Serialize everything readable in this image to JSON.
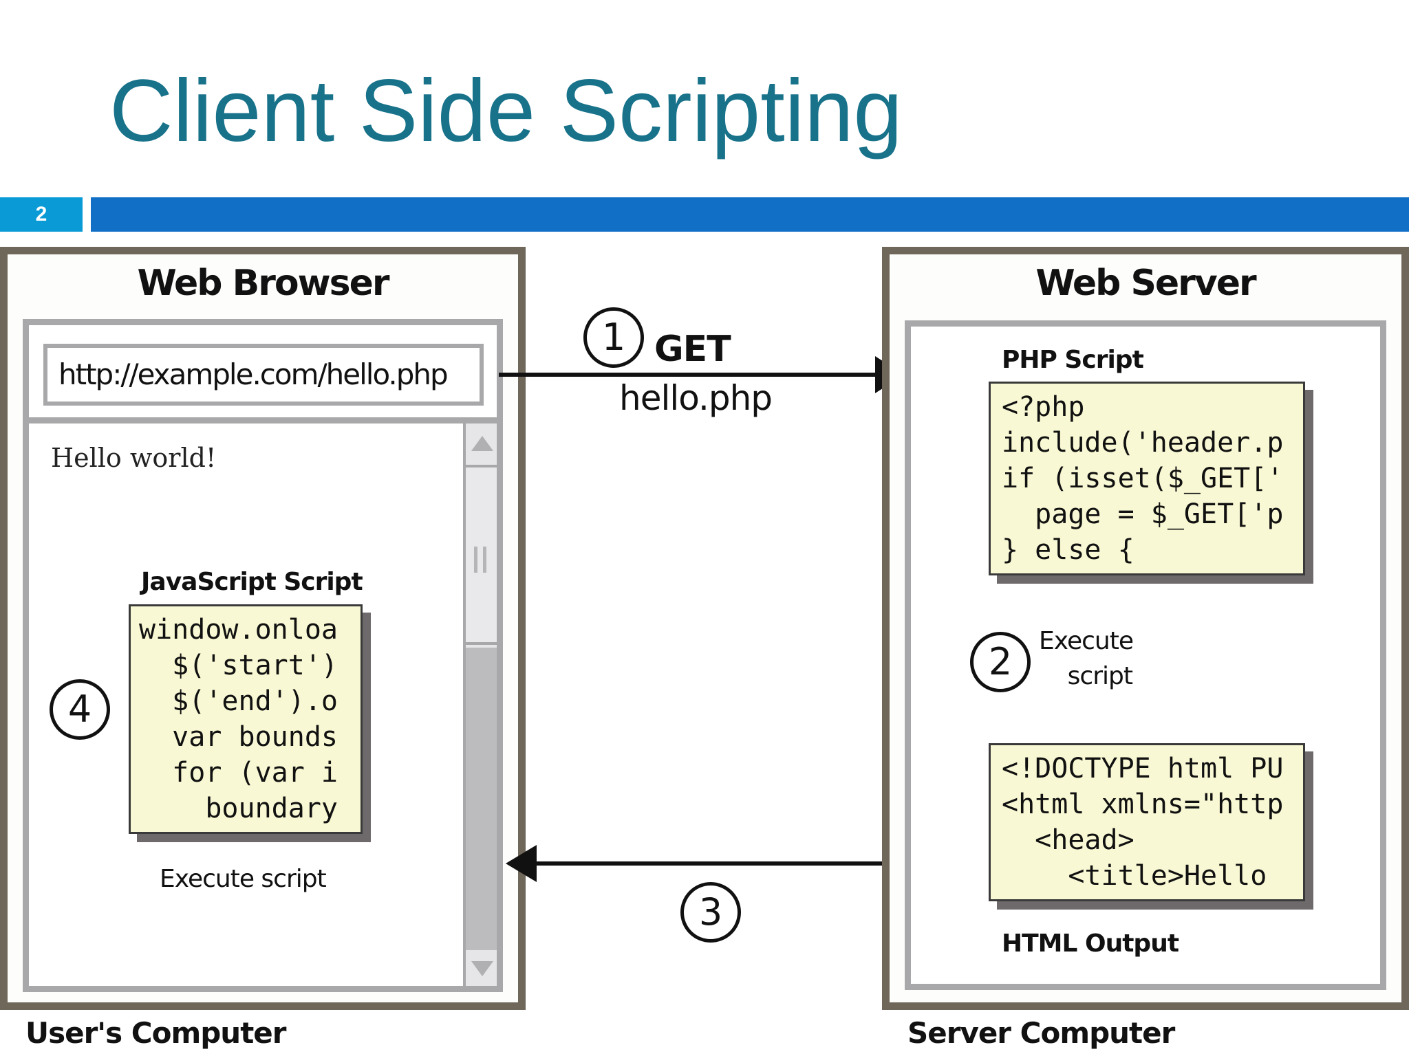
{
  "slide": {
    "title": "Client Side Scripting",
    "number": "2"
  },
  "browser": {
    "heading": "Web Browser",
    "url": "http://example.com/hello.php",
    "page_text": "Hello world!",
    "js_label": "JavaScript Script",
    "js_code": [
      "window.onloa",
      "  $('start')",
      "  $('end').o",
      "  var bounds",
      "  for (var i",
      "    boundary"
    ],
    "execute_label": "Execute script",
    "step": "4",
    "caption": "User's Computer"
  },
  "request": {
    "step": "1",
    "method": "GET",
    "file": "hello.php"
  },
  "response": {
    "step": "3"
  },
  "server": {
    "heading": "Web Server",
    "php_label": "PHP Script",
    "php_code": [
      "<?php",
      "include('header.p",
      "if (isset($_GET['",
      "  page = $_GET['p",
      "} else {"
    ],
    "step": "2",
    "execute_line1": "Execute",
    "execute_line2": "script",
    "html_code": [
      "<!DOCTYPE html PU",
      "<html xmlns=\"http",
      "  <head>",
      "    <title>Hello"
    ],
    "html_label": "HTML Output",
    "caption": "Server Computer"
  }
}
